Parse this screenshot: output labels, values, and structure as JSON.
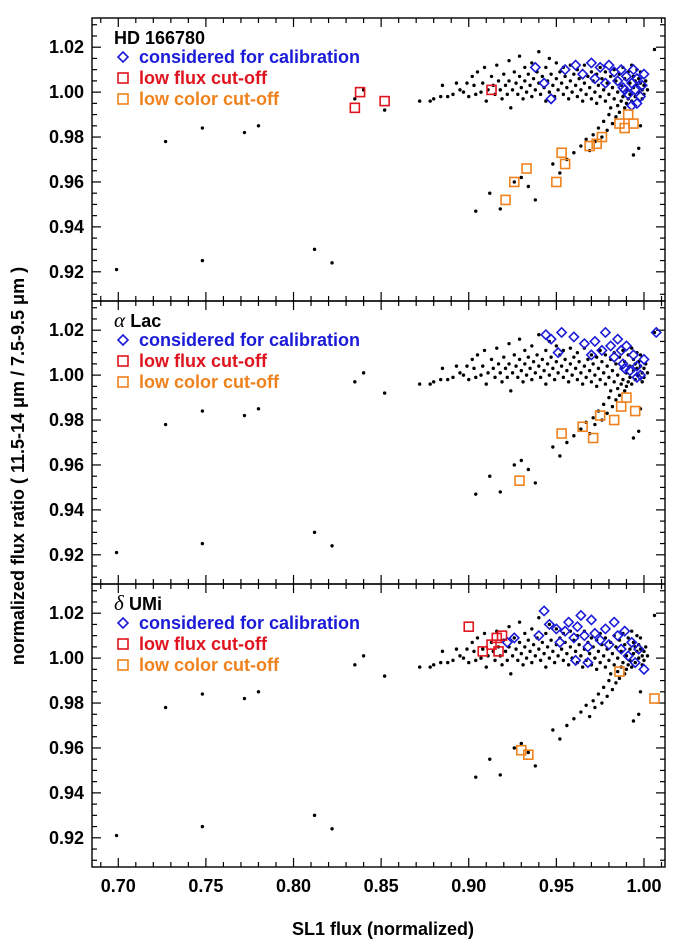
{
  "chart_data": {
    "type": "scatter",
    "xlabel": "SL1 flux (normalized)",
    "ylabel": "normalized flux ratio ( 11.5-14 μm / 7.5-9.5 μm )",
    "xlim": [
      0.685,
      1.012
    ],
    "ylim": [
      0.907,
      1.033
    ],
    "x_ticks": [
      "0.70",
      "0.75",
      "0.80",
      "0.85",
      "0.90",
      "0.95",
      "1.00"
    ],
    "y_ticks": [
      "0.92",
      "0.94",
      "0.96",
      "0.98",
      "1.00",
      "1.02"
    ],
    "x_tick_values": [
      0.7,
      0.75,
      0.8,
      0.85,
      0.9,
      0.95,
      1.0
    ],
    "y_tick_values": [
      0.92,
      0.94,
      0.96,
      0.98,
      1.0,
      1.02
    ],
    "colors": {
      "all_points": "#000000",
      "considered": "#1a1ad8",
      "low_flux": "#e0141e",
      "low_color": "#f0821e"
    },
    "legend": {
      "considered": "considered for calibration",
      "low_flux": "low flux cut-off",
      "low_color": "low color cut-off"
    },
    "panels": [
      {
        "title_prefix": "",
        "title": "HD 166780",
        "considered": [
          [
            0.938,
            1.011
          ],
          [
            0.943,
            1.004
          ],
          [
            0.947,
            0.997
          ],
          [
            0.955,
            1.01
          ],
          [
            0.961,
            1.012
          ],
          [
            0.965,
            1.008
          ],
          [
            0.97,
            1.013
          ],
          [
            0.972,
            1.006
          ],
          [
            0.975,
            1.011
          ],
          [
            0.978,
            1.004
          ],
          [
            0.98,
            1.012
          ],
          [
            0.983,
            1.009
          ],
          [
            0.985,
            1.005
          ],
          [
            0.987,
            1.01
          ],
          [
            0.988,
            1.002
          ],
          [
            0.99,
            1.007
          ],
          [
            0.991,
            0.999
          ],
          [
            0.993,
            1.004
          ],
          [
            0.994,
            1.01
          ],
          [
            0.995,
            1.001
          ],
          [
            0.996,
            1.006
          ],
          [
            0.998,
            0.998
          ],
          [
            0.999,
            1.003
          ],
          [
            1.0,
            1.008
          ],
          [
            0.996,
            0.995
          ],
          [
            0.993,
            0.994
          ],
          [
            0.989,
            1.001
          ]
        ],
        "low_flux": [
          [
            0.835,
            0.993
          ],
          [
            0.838,
            1.0
          ],
          [
            0.852,
            0.996
          ],
          [
            0.913,
            1.001
          ]
        ],
        "low_color": [
          [
            0.921,
            0.952
          ],
          [
            0.926,
            0.96
          ],
          [
            0.933,
            0.966
          ],
          [
            0.95,
            0.96
          ],
          [
            0.953,
            0.973
          ],
          [
            0.955,
            0.968
          ],
          [
            0.969,
            0.976
          ],
          [
            0.973,
            0.977
          ],
          [
            0.976,
            0.98
          ],
          [
            0.986,
            0.986
          ],
          [
            0.989,
            0.984
          ],
          [
            0.991,
            0.99
          ],
          [
            0.994,
            0.986
          ]
        ]
      },
      {
        "title_prefix": "α",
        "title": "Lac",
        "considered": [
          [
            0.944,
            1.018
          ],
          [
            0.947,
            1.016
          ],
          [
            0.951,
            1.01
          ],
          [
            0.953,
            1.019
          ],
          [
            0.96,
            1.017
          ],
          [
            0.966,
            1.014
          ],
          [
            0.97,
            1.009
          ],
          [
            0.972,
            1.015
          ],
          [
            0.976,
            1.011
          ],
          [
            0.978,
            1.019
          ],
          [
            0.981,
            1.013
          ],
          [
            0.983,
            1.008
          ],
          [
            0.985,
            1.016
          ],
          [
            0.987,
            1.011
          ],
          [
            0.988,
            1.005
          ],
          [
            0.99,
            1.013
          ],
          [
            0.992,
            1.002
          ],
          [
            0.994,
            1.009
          ],
          [
            0.996,
            1.004
          ],
          [
            0.998,
            1.0
          ],
          [
            1.0,
            1.007
          ],
          [
            1.007,
            1.019
          ],
          [
            0.996,
            0.999
          ],
          [
            0.989,
            1.003
          ]
        ],
        "low_flux": [],
        "low_color": [
          [
            0.929,
            0.953
          ],
          [
            0.953,
            0.974
          ],
          [
            0.965,
            0.977
          ],
          [
            0.971,
            0.972
          ],
          [
            0.975,
            0.982
          ],
          [
            0.983,
            0.98
          ],
          [
            0.987,
            0.986
          ],
          [
            0.99,
            0.99
          ],
          [
            0.995,
            0.984
          ]
        ]
      },
      {
        "title_prefix": "δ",
        "title": "UMi",
        "considered": [
          [
            0.922,
            1.007
          ],
          [
            0.926,
            1.009
          ],
          [
            0.94,
            1.01
          ],
          [
            0.943,
            1.021
          ],
          [
            0.946,
            1.015
          ],
          [
            0.95,
            1.013
          ],
          [
            0.952,
            1.007
          ],
          [
            0.955,
            1.012
          ],
          [
            0.957,
            1.016
          ],
          [
            0.96,
            1.009
          ],
          [
            0.962,
            1.014
          ],
          [
            0.964,
            1.019
          ],
          [
            0.966,
            1.01
          ],
          [
            0.968,
            1.005
          ],
          [
            0.97,
            1.017
          ],
          [
            0.972,
            1.011
          ],
          [
            0.975,
            1.008
          ],
          [
            0.978,
            1.013
          ],
          [
            0.98,
            1.006
          ],
          [
            0.983,
            1.016
          ],
          [
            0.985,
            1.01
          ],
          [
            0.987,
            1.004
          ],
          [
            0.989,
            1.012
          ],
          [
            0.991,
            1.001
          ],
          [
            0.993,
            1.007
          ],
          [
            0.995,
            0.998
          ],
          [
            0.997,
            1.004
          ],
          [
            1.0,
            0.995
          ],
          [
            0.968,
            0.998
          ],
          [
            0.961,
            0.999
          ]
        ],
        "low_flux": [
          [
            0.9,
            1.014
          ],
          [
            0.908,
            1.003
          ],
          [
            0.913,
            1.006
          ],
          [
            0.916,
            1.009
          ],
          [
            0.917,
            1.003
          ],
          [
            0.919,
            1.01
          ]
        ],
        "low_color": [
          [
            0.93,
            0.959
          ],
          [
            0.934,
            0.957
          ],
          [
            0.986,
            0.994
          ],
          [
            1.006,
            0.982
          ]
        ]
      }
    ],
    "background_points": [
      [
        0.699,
        0.921
      ],
      [
        0.727,
        0.978
      ],
      [
        0.748,
        0.925
      ],
      [
        0.748,
        0.984
      ],
      [
        0.772,
        0.982
      ],
      [
        0.78,
        0.985
      ],
      [
        0.812,
        0.93
      ],
      [
        0.822,
        0.924
      ],
      [
        0.835,
        0.997
      ],
      [
        0.84,
        1.001
      ],
      [
        0.852,
        0.992
      ],
      [
        0.872,
        0.996
      ],
      [
        0.878,
        0.996
      ],
      [
        0.88,
        0.997
      ],
      [
        0.884,
        0.998
      ],
      [
        0.885,
        1.003
      ],
      [
        0.888,
        0.998
      ],
      [
        0.891,
        0.999
      ],
      [
        0.893,
        1.004
      ],
      [
        0.895,
        1.001
      ],
      [
        0.897,
        1.0
      ],
      [
        0.899,
        1.004
      ],
      [
        0.9,
        0.998
      ],
      [
        0.902,
        1.007
      ],
      [
        0.903,
        1.003
      ],
      [
        0.904,
        0.999
      ],
      [
        0.904,
        0.947
      ],
      [
        0.905,
        1.009
      ],
      [
        0.907,
        1.0
      ],
      [
        0.908,
        1.004
      ],
      [
        0.909,
        1.011
      ],
      [
        0.91,
        0.996
      ],
      [
        0.911,
        1.001
      ],
      [
        0.912,
        0.955
      ],
      [
        0.913,
        1.007
      ],
      [
        0.914,
        1.003
      ],
      [
        0.915,
        0.999
      ],
      [
        0.916,
        1.012
      ],
      [
        0.917,
        1.005
      ],
      [
        0.918,
        0.948
      ],
      [
        0.918,
        1.001
      ],
      [
        0.919,
        0.997
      ],
      [
        0.92,
        1.008
      ],
      [
        0.921,
        1.003
      ],
      [
        0.922,
        0.999
      ],
      [
        0.923,
        1.014
      ],
      [
        0.923,
        1.005
      ],
      [
        0.924,
        0.993
      ],
      [
        0.925,
        1.001
      ],
      [
        0.926,
        1.009
      ],
      [
        0.926,
        0.96
      ],
      [
        0.927,
        1.004
      ],
      [
        0.928,
        0.999
      ],
      [
        0.929,
        1.016
      ],
      [
        0.929,
        1.007
      ],
      [
        0.93,
        1.002
      ],
      [
        0.93,
        0.962
      ],
      [
        0.931,
        0.997
      ],
      [
        0.932,
        1.011
      ],
      [
        0.932,
        1.005
      ],
      [
        0.933,
        1.0
      ],
      [
        0.934,
        1.008
      ],
      [
        0.934,
        0.958
      ],
      [
        0.935,
        1.003
      ],
      [
        0.936,
        1.013
      ],
      [
        0.936,
        0.998
      ],
      [
        0.937,
        1.006
      ],
      [
        0.938,
        1.001
      ],
      [
        0.938,
        0.952
      ],
      [
        0.939,
        1.009
      ],
      [
        0.94,
        1.004
      ],
      [
        0.94,
        1.018
      ],
      [
        0.941,
        0.999
      ],
      [
        0.942,
        1.007
      ],
      [
        0.943,
        1.002
      ],
      [
        0.944,
        1.011
      ],
      [
        0.944,
        0.996
      ],
      [
        0.945,
        1.005
      ],
      [
        0.946,
        1.0
      ],
      [
        0.946,
        1.015
      ],
      [
        0.947,
        1.008
      ],
      [
        0.948,
        1.003
      ],
      [
        0.948,
        0.968
      ],
      [
        0.949,
        0.998
      ],
      [
        0.95,
        1.006
      ],
      [
        0.95,
        1.013
      ],
      [
        0.951,
        1.001
      ],
      [
        0.952,
        1.009
      ],
      [
        0.952,
        0.964
      ],
      [
        0.953,
        1.004
      ],
      [
        0.954,
        0.999
      ],
      [
        0.954,
        1.011
      ],
      [
        0.955,
        1.007
      ],
      [
        0.956,
        1.002
      ],
      [
        0.956,
        0.97
      ],
      [
        0.957,
        0.997
      ],
      [
        0.958,
        1.005
      ],
      [
        0.958,
        1.012
      ],
      [
        0.959,
        1.0
      ],
      [
        0.96,
        1.008
      ],
      [
        0.96,
        0.973
      ],
      [
        0.961,
        1.003
      ],
      [
        0.962,
        0.998
      ],
      [
        0.962,
        1.01
      ],
      [
        0.963,
        1.006
      ],
      [
        0.964,
        1.001
      ],
      [
        0.964,
        0.976
      ],
      [
        0.965,
        0.996
      ],
      [
        0.966,
        1.004
      ],
      [
        0.966,
        1.012
      ],
      [
        0.967,
        0.999
      ],
      [
        0.967,
        0.979
      ],
      [
        0.968,
        1.007
      ],
      [
        0.969,
        1.002
      ],
      [
        0.969,
        0.974
      ],
      [
        0.97,
        0.997
      ],
      [
        0.97,
        1.009
      ],
      [
        0.971,
        1.005
      ],
      [
        0.971,
        0.981
      ],
      [
        0.972,
        1.0
      ],
      [
        0.972,
        0.978
      ],
      [
        0.973,
        1.008
      ],
      [
        0.973,
        0.995
      ],
      [
        0.974,
        1.003
      ],
      [
        0.974,
        0.984
      ],
      [
        0.975,
        0.998
      ],
      [
        0.975,
        1.011
      ],
      [
        0.976,
        1.006
      ],
      [
        0.976,
        0.98
      ],
      [
        0.977,
        1.001
      ],
      [
        0.977,
        0.987
      ],
      [
        0.978,
        0.996
      ],
      [
        0.978,
        1.009
      ],
      [
        0.979,
        1.004
      ],
      [
        0.979,
        0.983
      ],
      [
        0.98,
        0.999
      ],
      [
        0.98,
        0.99
      ],
      [
        0.981,
        1.007
      ],
      [
        0.981,
        0.993
      ],
      [
        0.982,
        1.002
      ],
      [
        0.982,
        0.986
      ],
      [
        0.983,
        0.997
      ],
      [
        0.983,
        1.01
      ],
      [
        0.984,
        1.005
      ],
      [
        0.984,
        0.989
      ],
      [
        0.985,
        1.0
      ],
      [
        0.985,
        0.994
      ],
      [
        0.986,
        1.008
      ],
      [
        0.986,
        0.991
      ],
      [
        0.987,
        1.003
      ],
      [
        0.987,
        0.996
      ],
      [
        0.988,
        0.998
      ],
      [
        0.988,
        1.011
      ],
      [
        0.989,
        1.006
      ],
      [
        0.989,
        0.993
      ],
      [
        0.99,
        1.001
      ],
      [
        0.99,
        0.995
      ],
      [
        0.991,
        1.009
      ],
      [
        0.991,
        0.997
      ],
      [
        0.992,
        1.004
      ],
      [
        0.992,
        0.999
      ],
      [
        0.993,
        0.996
      ],
      [
        0.993,
        1.012
      ],
      [
        0.994,
        1.007
      ],
      [
        0.994,
        1.002
      ],
      [
        0.995,
        0.998
      ],
      [
        0.995,
        1.005
      ],
      [
        0.996,
        1.01
      ],
      [
        0.996,
        1.003
      ],
      [
        0.997,
        1.0
      ],
      [
        0.997,
        1.006
      ],
      [
        0.998,
        1.004
      ],
      [
        0.998,
        1.009
      ],
      [
        0.999,
        1.001
      ],
      [
        0.999,
        0.997
      ],
      [
        1.0,
        1.003
      ],
      [
        1.0,
        0.999
      ],
      [
        1.001,
        1.005
      ],
      [
        1.002,
        1.001
      ],
      [
        0.997,
        0.975
      ],
      [
        0.998,
        0.985
      ],
      [
        1.006,
        1.019
      ],
      [
        0.994,
        0.972
      ]
    ]
  }
}
